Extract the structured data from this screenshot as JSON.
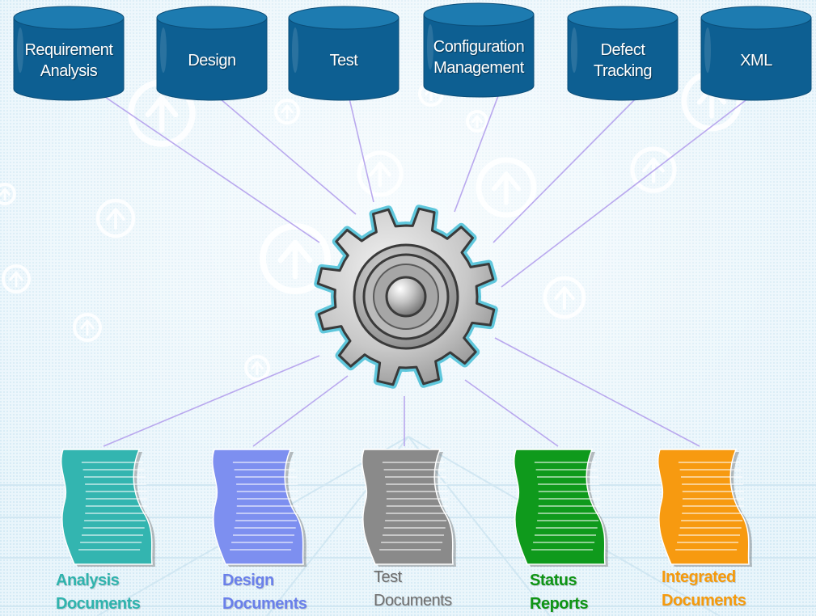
{
  "sources": [
    {
      "label": "Requirement\nAnalysis"
    },
    {
      "label": "Design"
    },
    {
      "label": "Test"
    },
    {
      "label": "Configuration\nManagement"
    },
    {
      "label": "Defect\nTracking"
    },
    {
      "label": "XML"
    }
  ],
  "processor": {
    "icon": "gear-icon"
  },
  "outputs": [
    {
      "label": "Analysis\nDocuments",
      "color": "#33b5b0",
      "label_color": "#2fb3ad"
    },
    {
      "label": "Design\nDocuments",
      "color": "#7d8ff0",
      "label_color": "#6a80ea"
    },
    {
      "label": "Test\nDocuments",
      "color": "#8a8a8a",
      "label_color": "#6e6e6e"
    },
    {
      "label": "Status\nReports",
      "color": "#0f9a1c",
      "label_color": "#0e9414"
    },
    {
      "label": "Integrated\nDocuments",
      "color": "#f79a10",
      "label_color": "#f59a0c"
    }
  ],
  "colors": {
    "database": "#0d5f92",
    "database_top": "#1d7bb0",
    "connector": "#b9a8ee",
    "background": "#e6f3fa"
  }
}
